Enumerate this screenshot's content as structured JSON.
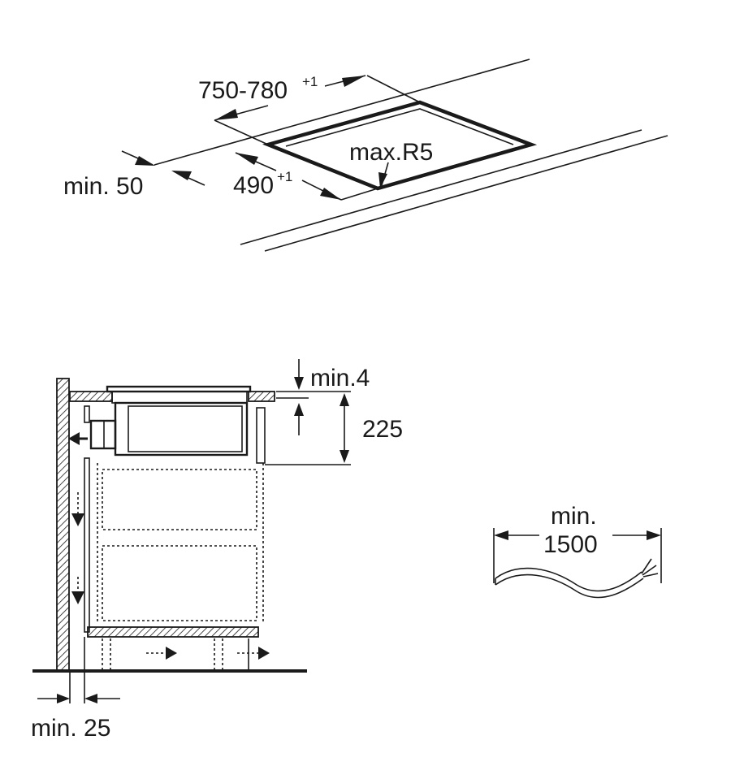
{
  "labels": {
    "cutout_width": "750-780",
    "cutout_width_tol": "+1",
    "cutout_depth": "490",
    "cutout_depth_tol": "+1",
    "corner_radius": "max.R5",
    "front_edge": "min. 50",
    "gap_top": "min.4",
    "height": "225",
    "wall_gap": "min. 25",
    "cable_min": "min.",
    "cable_len": "1500"
  }
}
